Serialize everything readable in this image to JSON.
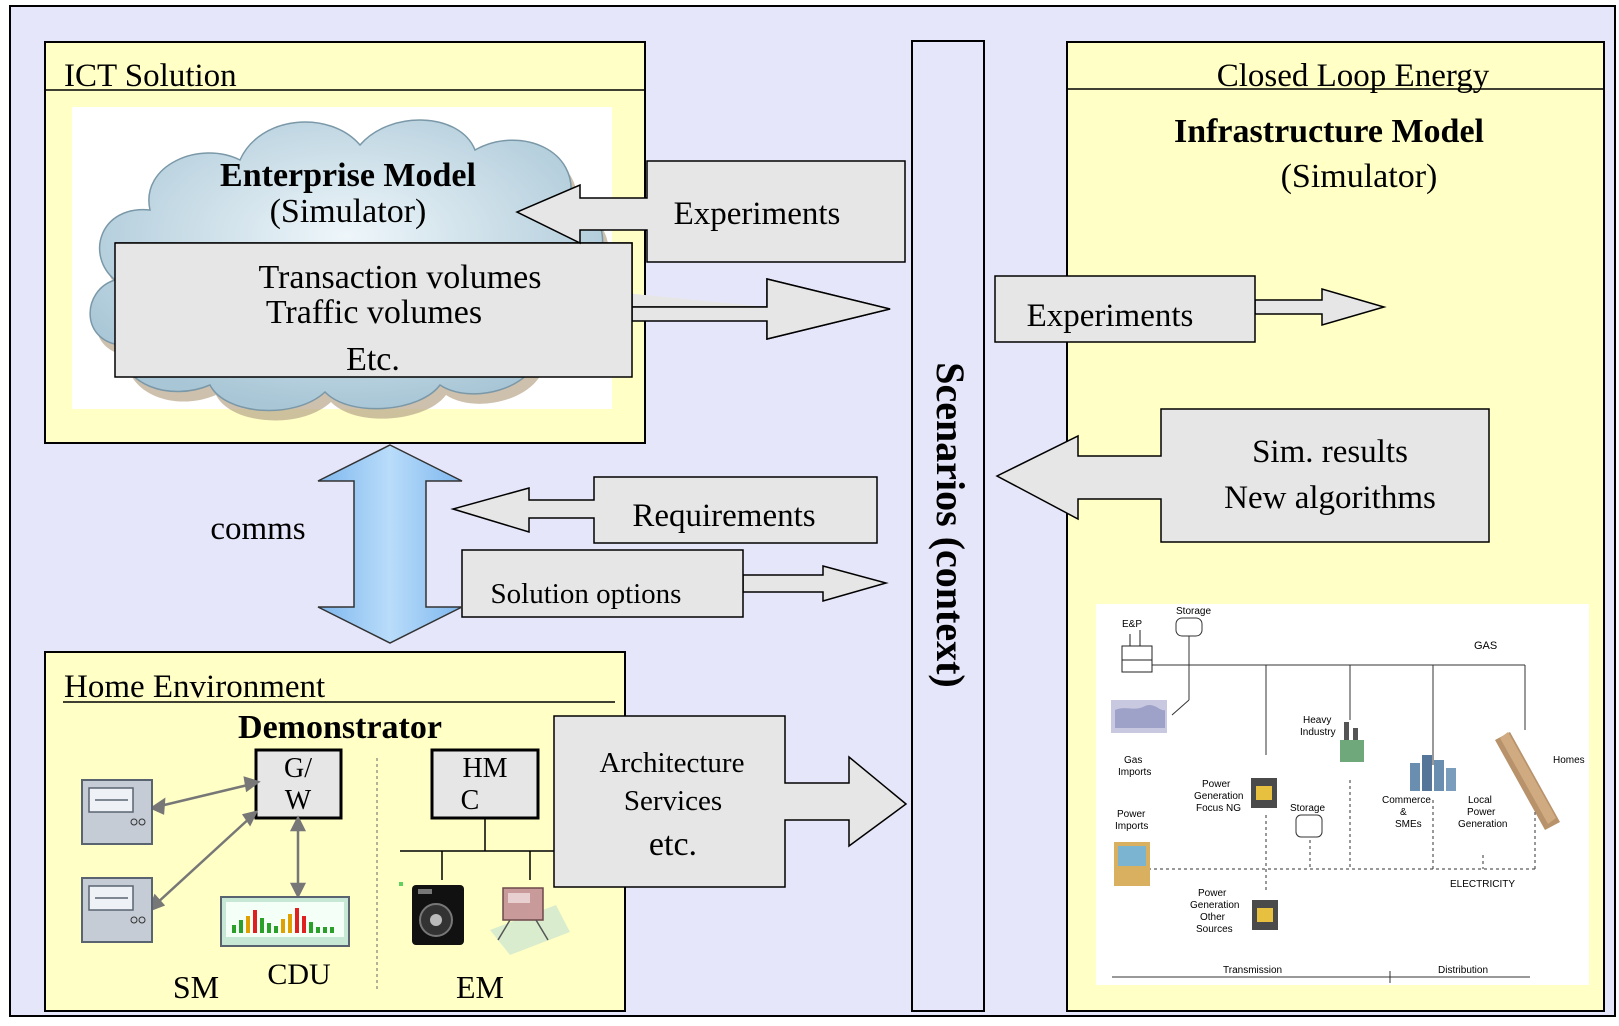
{
  "colors": {
    "background": "#e6e6fa",
    "panel": "#ffffc6",
    "box": "#e6e6e6",
    "cloud": "#cfe3ee",
    "comms_arrow": "#99ccf5"
  },
  "ict": {
    "title": "ICT Solution",
    "model_name": "Enterprise Model",
    "model_sub": "(Simulator)",
    "metrics": [
      "Transaction volumes",
      "Traffic volumes",
      "Etc."
    ]
  },
  "experiments_left": "Experiments",
  "scenarios": "Scenarios (context)",
  "closed_loop": {
    "title": "Closed Loop Energy",
    "model_name": "Infrastructure Model",
    "model_sub": "(Simulator)"
  },
  "experiments_right": "Experiments",
  "sim_results": [
    "Sim. results",
    "New algorithms"
  ],
  "comms": "comms",
  "requirements": "Requirements",
  "solution_options": "Solution options",
  "home": {
    "title": "Home Environment",
    "subtitle": "Demonstrator",
    "gw": [
      "G/",
      "W"
    ],
    "hmc": [
      "HM",
      "C"
    ],
    "sm": "SM",
    "cdu": "CDU",
    "em": "EM"
  },
  "architecture": [
    "Architecture",
    "Services",
    "etc."
  ],
  "energy_map": {
    "labels": {
      "esp": "E&P",
      "storage_top": "Storage",
      "gas": "GAS",
      "heavy_industry": [
        "Heavy",
        "Industry"
      ],
      "gas_imports": [
        "Gas",
        "Imports"
      ],
      "power_gen_ng": [
        "Power",
        "Generation",
        "Focus NG"
      ],
      "storage_mid": "Storage",
      "commerce": [
        "Commerce",
        "&",
        "SMEs"
      ],
      "local_power": [
        "Local",
        "Power",
        "Generation"
      ],
      "homes": "Homes",
      "power_imports": [
        "Power",
        "Imports"
      ],
      "power_other": [
        "Power",
        "Generation",
        "Other",
        "Sources"
      ],
      "electricity": "ELECTRICITY",
      "transmission": "Transmission",
      "distribution": "Distribution"
    }
  },
  "icons": [
    "meter-icon",
    "cdu-display-icon",
    "washing-machine-icon",
    "appliance-icon",
    "cloud-icon",
    "refinery-icon",
    "map-icon",
    "factory-icon",
    "power-plant-icon",
    "city-icon",
    "houses-icon"
  ]
}
